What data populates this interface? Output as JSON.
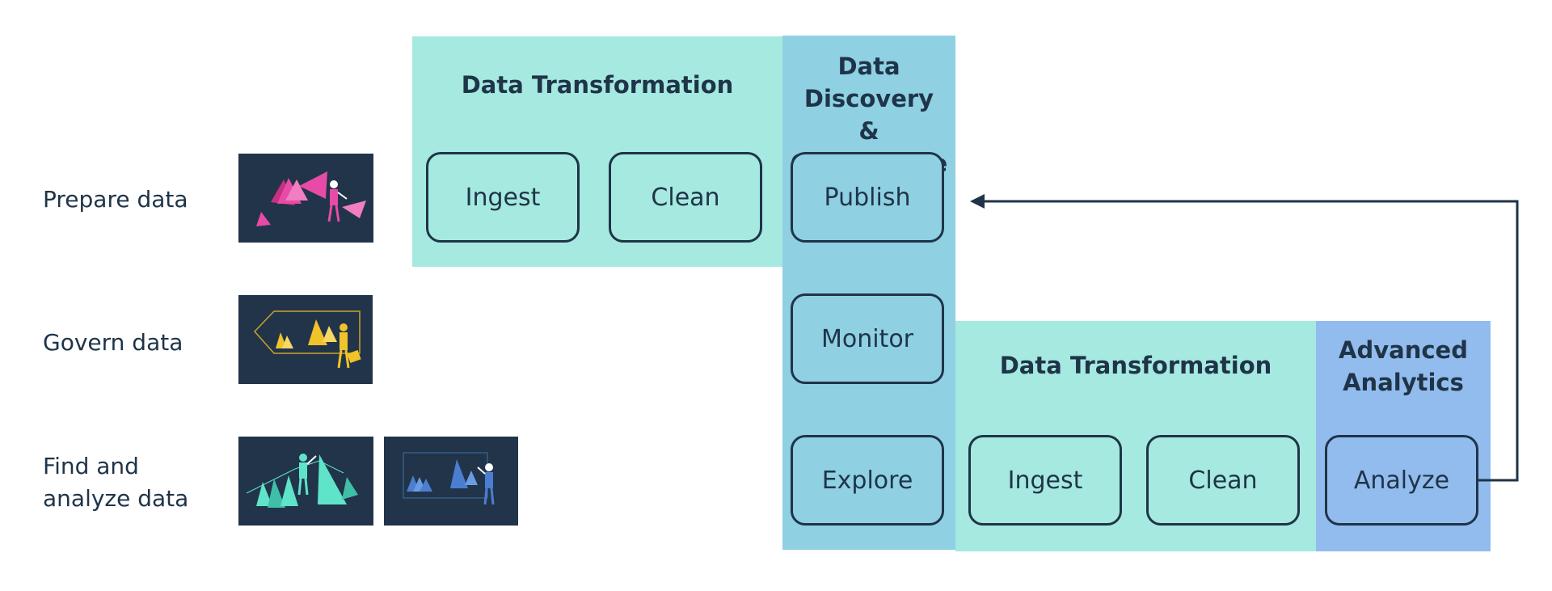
{
  "rows": [
    {
      "label": "Prepare data"
    },
    {
      "label": "Govern data"
    },
    {
      "label_line1": "Find and",
      "label_line2": "analyze data"
    }
  ],
  "regions": {
    "transformation_top": {
      "title": "Data Transformation",
      "color": "#a5e9e0"
    },
    "discovery": {
      "title_line1": "Data Discovery",
      "title_line2": "& Governance",
      "color": "#8fd0e3"
    },
    "transformation_bottom": {
      "title": "Data Transformation",
      "color": "#a5e9e0"
    },
    "analytics": {
      "title_line1": "Advanced",
      "title_line2": "Analytics",
      "color": "#92bced"
    }
  },
  "steps": {
    "ingest_top": "Ingest",
    "clean_top": "Clean",
    "publish": "Publish",
    "monitor": "Monitor",
    "explore": "Explore",
    "ingest_bottom": "Ingest",
    "clean_bottom": "Clean",
    "analyze": "Analyze"
  },
  "icons": {
    "prepare": "prepare-data-illustration-icon",
    "govern": "govern-data-illustration-icon",
    "find_teal": "find-data-illustration-icon",
    "find_blue": "analyze-data-illustration-icon"
  },
  "colors": {
    "ink": "#1f3448",
    "thumb_bg": "#213449",
    "pink": "#e84ba7",
    "gold": "#f1c32a",
    "teal_accent": "#5fe3c9",
    "blue_accent": "#4b7ed1"
  }
}
